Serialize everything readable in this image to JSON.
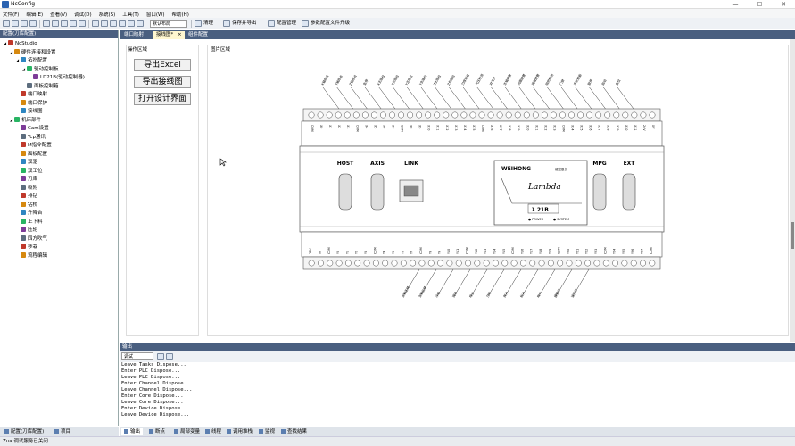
{
  "window": {
    "title": "NcConfig",
    "controls": [
      "—",
      "☐",
      "✕"
    ]
  },
  "menu": [
    "文件(F)",
    "编辑(E)",
    "查看(V)",
    "调试(D)",
    "系统(S)",
    "工具(T)",
    "窗口(W)",
    "帮助(H)"
  ],
  "toolbar": {
    "layout_value": "默认布局",
    "clean_label": "清理",
    "save_export_label": "保存并导出",
    "config_manage_label": "配置管理",
    "param_upgrade_label": "参数配置文件升级"
  },
  "left_panel": {
    "title": "配置(刀库配置)",
    "tree": [
      {
        "label": "NcStudio",
        "indent": 0,
        "icon": "tool-icon",
        "expanded": "◢"
      },
      {
        "label": "硬件连接和设置",
        "indent": 1,
        "icon": "gear-icon",
        "expanded": "◢"
      },
      {
        "label": "拓扑配置",
        "indent": 2,
        "icon": "topology-icon",
        "expanded": "◢"
      },
      {
        "label": "驱动控制板",
        "indent": 3,
        "icon": "board-icon",
        "expanded": "◢"
      },
      {
        "label": "LD21B(驱动控制器)",
        "indent": 4,
        "icon": "device-icon",
        "expanded": ""
      },
      {
        "label": "面板控制箱",
        "indent": 3,
        "icon": "panel-icon",
        "expanded": ""
      },
      {
        "label": "端口映射",
        "indent": 2,
        "icon": "port-icon",
        "expanded": ""
      },
      {
        "label": "端口保护",
        "indent": 2,
        "icon": "shield-icon",
        "expanded": ""
      },
      {
        "label": "接线图",
        "indent": 2,
        "icon": "wiring-icon",
        "expanded": ""
      },
      {
        "label": "机床部件",
        "indent": 1,
        "icon": "machine-icon",
        "expanded": "◢"
      },
      {
        "label": "Cam设置",
        "indent": 2,
        "icon": "cam-icon",
        "expanded": ""
      },
      {
        "label": "Tcp通讯",
        "indent": 2,
        "icon": "tcp-icon",
        "expanded": ""
      },
      {
        "label": "M指令配置",
        "indent": 2,
        "icon": "m-command-icon",
        "expanded": ""
      },
      {
        "label": "面板配置",
        "indent": 2,
        "icon": "grid-icon",
        "expanded": ""
      },
      {
        "label": "双驱",
        "indent": 2,
        "icon": "dual-drive-icon",
        "expanded": ""
      },
      {
        "label": "双工位",
        "indent": 2,
        "icon": "dual-station-icon",
        "expanded": ""
      },
      {
        "label": "刀库",
        "indent": 2,
        "icon": "tool-magazine-icon",
        "expanded": ""
      },
      {
        "label": "吸附",
        "indent": 2,
        "icon": "suction-icon",
        "expanded": ""
      },
      {
        "label": "排钻",
        "indent": 2,
        "icon": "drill-icon",
        "expanded": ""
      },
      {
        "label": "钻桥",
        "indent": 2,
        "icon": "bridge-icon",
        "expanded": ""
      },
      {
        "label": "升降台",
        "indent": 2,
        "icon": "lift-icon",
        "expanded": ""
      },
      {
        "label": "上下料",
        "indent": 2,
        "icon": "loading-icon",
        "expanded": ""
      },
      {
        "label": "压轮",
        "indent": 2,
        "icon": "roller-icon",
        "expanded": ""
      },
      {
        "label": "四方吹气",
        "indent": 2,
        "icon": "air-blow-icon",
        "expanded": ""
      },
      {
        "label": "移栽",
        "indent": 2,
        "icon": "transfer-icon",
        "expanded": ""
      },
      {
        "label": "流程编辑",
        "indent": 2,
        "icon": "flow-icon",
        "expanded": ""
      }
    ]
  },
  "doc_tabs": [
    "端口映射",
    "接线图*",
    "组件配置"
  ],
  "doc_tab_close": "×",
  "operation_area": {
    "title": "操作区域",
    "buttons": [
      "导出Excel",
      "导出接线图",
      "打开设计界面"
    ]
  },
  "image_area": {
    "title": "图片区域",
    "device": {
      "brand": "WEIHONG",
      "brand_cn": "维宏股份",
      "product": "Lambda",
      "model": "λ 21B",
      "power_label": "● POWER",
      "system_label": "● SYSTEM",
      "ports": [
        "HOST",
        "AXIS",
        "LINK",
        "MPG",
        "EXT"
      ],
      "top_terminals": [
        "COM",
        "X0",
        "X1",
        "X2",
        "X3",
        "COM",
        "X4",
        "X5",
        "X6",
        "X7",
        "COM",
        "X8",
        "X9",
        "X10",
        "X11",
        "X12",
        "X13",
        "X14",
        "X15",
        "COM",
        "X16",
        "X17",
        "X18",
        "X19",
        "X20",
        "X21",
        "X22",
        "X23",
        "COM",
        "X24",
        "X25",
        "X26",
        "X27",
        "X28",
        "X29",
        "X30",
        "X31",
        "24V",
        "0V"
      ],
      "bottom_terminals": [
        "24V",
        "0V",
        "COM",
        "Y0",
        "Y1",
        "Y2",
        "Y3",
        "COM",
        "Y4",
        "Y5",
        "Y6",
        "Y7",
        "COM",
        "Y8",
        "Y9",
        "Y10",
        "Y11",
        "COM",
        "Y12",
        "Y13",
        "Y14",
        "Y15",
        "COM",
        "Y16",
        "Y17",
        "Y18",
        "Y19",
        "COM",
        "Y20",
        "Y21",
        "Y22",
        "Y23",
        "COM",
        "Y24",
        "Y25",
        "Y26",
        "Y27",
        "COM"
      ],
      "top_wire_labels": [
        "X轴原点",
        "Y轴原点",
        "Z轴原点",
        "急停",
        "X正限位",
        "X负限位",
        "Y正限位",
        "Y负限位",
        "Z正限位",
        "Z负限位",
        "刀库到位",
        "气压检测",
        "对刀仪",
        "主轴报警",
        "伺服报警",
        "润滑报警",
        "吸附检测",
        "门禁",
        "手轮使能",
        "暂停",
        "启动",
        "复位"
      ],
      "bottom_wire_labels": [
        "主轴正转",
        "主轴反转",
        "冷却",
        "润滑",
        "吸尘",
        "刀库",
        "夹刀",
        "松刀",
        "吹气",
        "报警灯",
        "运行灯"
      ]
    }
  },
  "output": {
    "title": "输出",
    "filter_value": "调试",
    "log": [
      "Leave Tasks Dispose...",
      "Enter PLC Dispose...",
      "Leave PLC Dispose...",
      "Enter Channel Dispose...",
      "Leave Channel Dispose...",
      "Enter Core Dispose...",
      "Leave Core Dispose...",
      "Enter Device Dispose...",
      "Leave Device Dispose..."
    ]
  },
  "left_bottom_tabs": [
    "配置(刀库配置)",
    "项目"
  ],
  "bottom_tabs": [
    "输出",
    "断点",
    "局部变量",
    "线程",
    "调用堆栈",
    "监视",
    "查找结果"
  ],
  "status": "Zua 调试服务已关闭"
}
